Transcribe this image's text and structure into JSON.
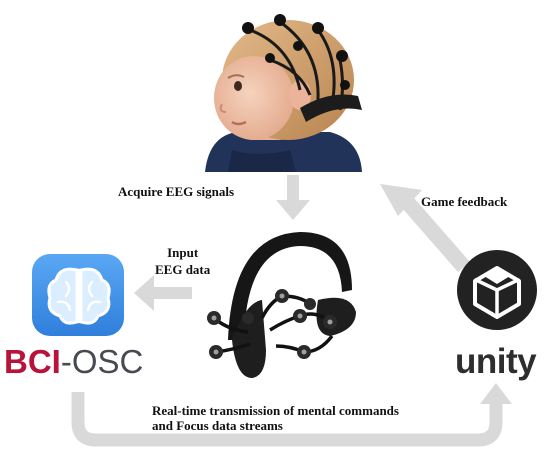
{
  "labels": {
    "acquire": "Acquire EEG signals",
    "feedback": "Game feedback",
    "input_line1": "Input",
    "input_line2": "EEG data",
    "realtime_line1": "Real-time transmission of mental commands",
    "realtime_line2": "and Focus data streams"
  },
  "brands": {
    "bci_red": "BCI",
    "bci_sep": "-",
    "bci_gray": "OSC",
    "unity": "unity"
  },
  "colors": {
    "arrow": "#d9d9d9",
    "bci_red": "#b8133a",
    "bci_gray": "#474a52",
    "app_icon_blue": "#3f8fe6",
    "unity_bg": "#222222"
  },
  "icons": {
    "child": "child-wearing-eeg-headset-photo",
    "headset": "eeg-headset-device",
    "bci_app": "brain-app-icon",
    "unity_logo": "unity-cube-logo"
  }
}
